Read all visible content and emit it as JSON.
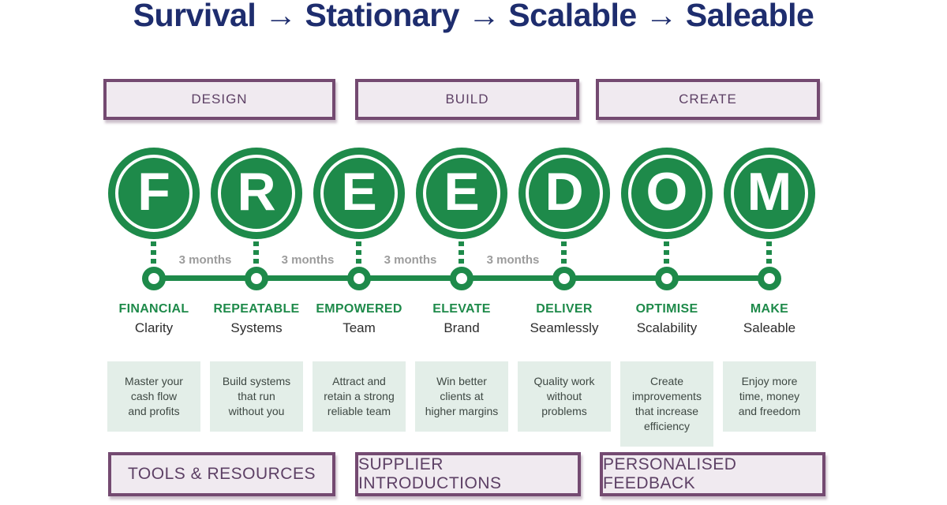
{
  "title": "Survival → Stationary → Scalable → Saleable",
  "colors": {
    "navy": "#1e2d6e",
    "green": "#1e8a4a",
    "purple_border": "#744a71",
    "purple_fill": "#f0eaf0",
    "purple_text": "#5d4065",
    "mint_fill": "#e3eee8",
    "interval_gray": "#9c9c9c"
  },
  "phases": [
    {
      "label": "DESIGN"
    },
    {
      "label": "BUILD"
    },
    {
      "label": "CREATE"
    }
  ],
  "timeline": {
    "interval_labels": [
      "3 months",
      "3 months",
      "3 months",
      "3 months"
    ]
  },
  "steps": [
    {
      "letter": "F",
      "keyword": "FINANCIAL",
      "subtitle": "Clarity",
      "description": "Master your\ncash flow\nand profits"
    },
    {
      "letter": "R",
      "keyword": "REPEATABLE",
      "subtitle": "Systems",
      "description": "Build systems\nthat run\nwithout you"
    },
    {
      "letter": "E",
      "keyword": "EMPOWERED",
      "subtitle": "Team",
      "description": "Attract and\nretain a strong\nreliable team"
    },
    {
      "letter": "E",
      "keyword": "ELEVATE",
      "subtitle": "Brand",
      "description": "Win better\nclients at\nhigher margins"
    },
    {
      "letter": "D",
      "keyword": "DELIVER",
      "subtitle": "Seamlessly",
      "description": "Quality work\nwithout\nproblems"
    },
    {
      "letter": "O",
      "keyword": "OPTIMISE",
      "subtitle": "Scalability",
      "description": "Create\nimprovements\nthat increase\nefficiency"
    },
    {
      "letter": "M",
      "keyword": "MAKE",
      "subtitle": "Saleable",
      "description": "Enjoy more\ntime, money\nand freedom"
    }
  ],
  "support": [
    {
      "label": "TOOLS & RESOURCES"
    },
    {
      "label": "SUPPLIER INTRODUCTIONS"
    },
    {
      "label": "PERSONALISED FEEDBACK"
    }
  ]
}
